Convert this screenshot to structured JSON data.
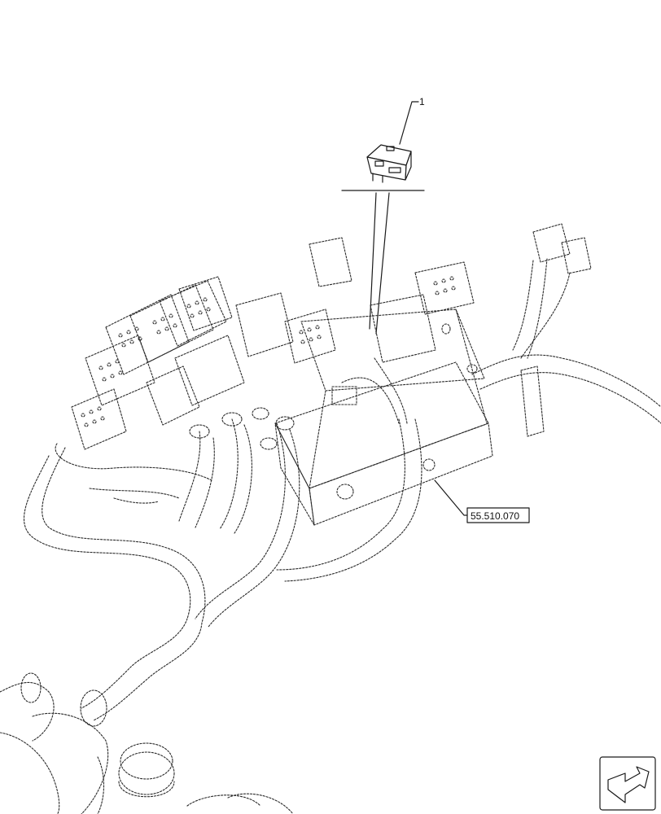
{
  "diagram": {
    "callouts": [
      {
        "id": "1",
        "text": "1"
      },
      {
        "id": "ref",
        "text": "55.510.070"
      }
    ],
    "nav_icon": "next-page-arrow-icon"
  }
}
